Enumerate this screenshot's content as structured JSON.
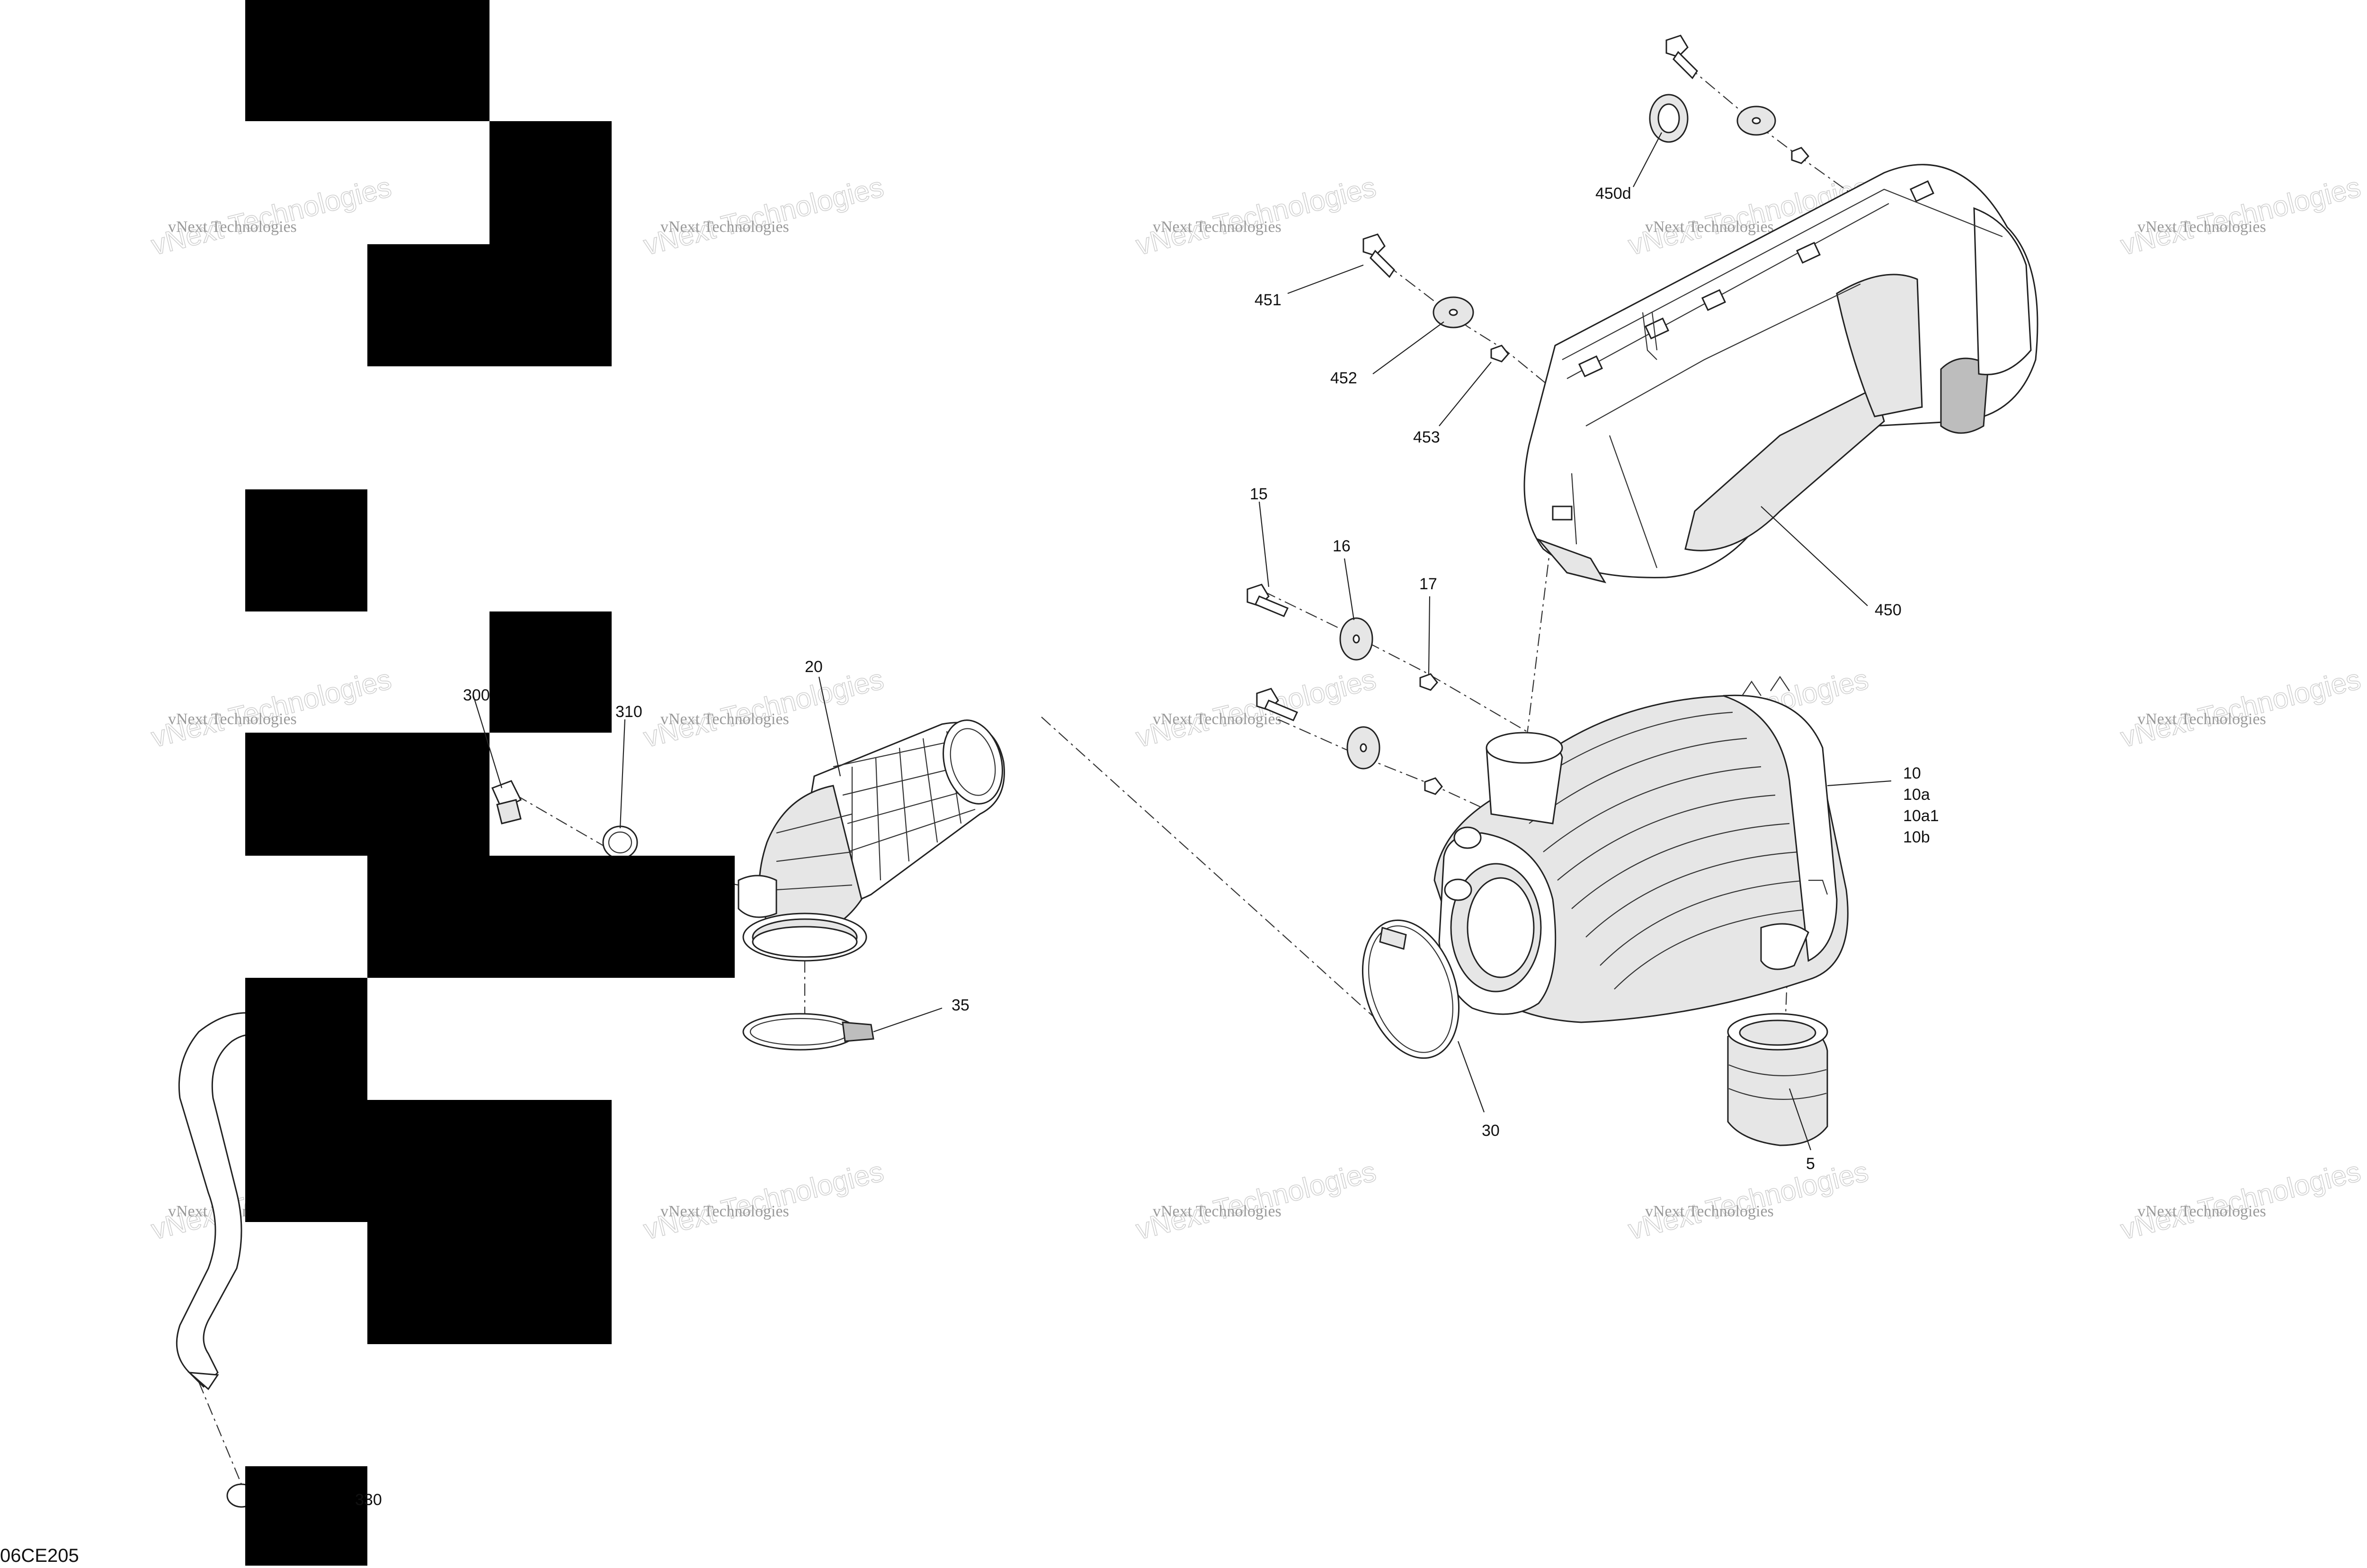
{
  "diagram_id": "06CE205",
  "watermark": {
    "line1": "vNext Technologies",
    "line2": "vNext Technologies"
  },
  "callouts": {
    "c5": "5",
    "c10": "10",
    "c10a": "10a",
    "c10a1": "10a1",
    "c10b": "10b",
    "c15": "15",
    "c16": "16",
    "c17": "17",
    "c20": "20",
    "c30": "30",
    "c35": "35",
    "c300": "300",
    "c310": "310",
    "c330": "330",
    "c450": "450",
    "c450d": "450d",
    "c451": "451",
    "c452": "452",
    "c453": "453"
  }
}
